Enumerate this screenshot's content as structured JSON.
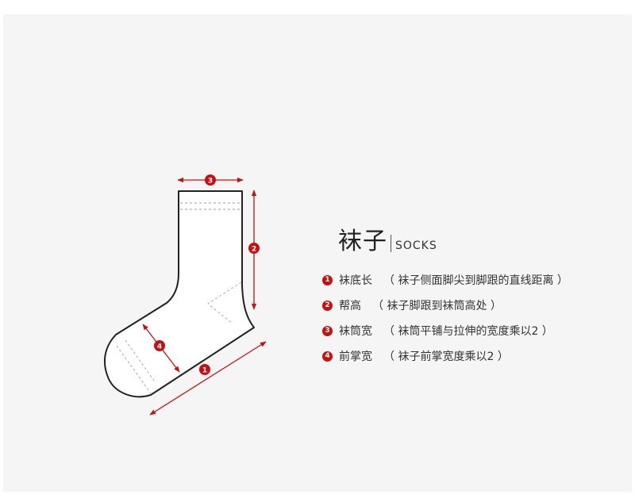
{
  "title": {
    "cn": "袜子",
    "en": "SOCKS"
  },
  "legend": [
    {
      "num": "1",
      "term": "袜底长",
      "desc": "（ 袜子侧面脚尖到脚跟的直线距离 ）"
    },
    {
      "num": "2",
      "term": "帮高",
      "desc": "（ 袜子脚跟到袜筒高处 ）"
    },
    {
      "num": "3",
      "term": "袜筒宽",
      "desc": "（ 袜筒平铺与拉伸的宽度乘以2 ）"
    },
    {
      "num": "4",
      "term": "前掌宽",
      "desc": "（ 袜子前掌宽度乘以2 ）"
    }
  ],
  "markers": [
    "1",
    "2",
    "3",
    "4"
  ],
  "colors": {
    "accent": "#c91010",
    "outline": "#222222",
    "background": "#f5f5f5"
  }
}
